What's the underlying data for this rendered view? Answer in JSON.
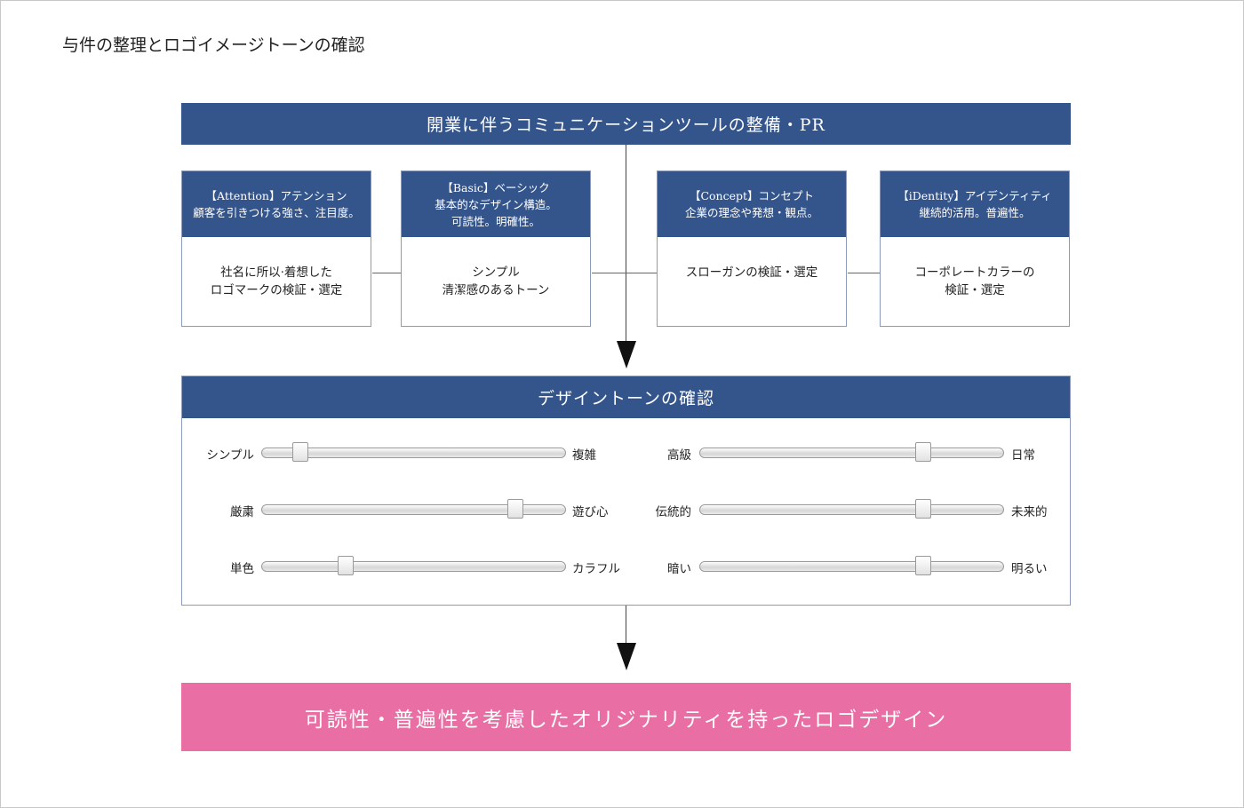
{
  "page_title": "与件の整理とロゴイメージトーンの確認",
  "colors": {
    "navy": "#34558b",
    "pink": "#e96ea4",
    "border": "#8a9ab8"
  },
  "top_bar": {
    "label": "開業に伴うコミュニケーションツールの整備・PR"
  },
  "cards": [
    {
      "head": [
        "【Attention】アテンション",
        "顧客を引きつける強さ、注目度。"
      ],
      "body": [
        "社名に所以·着想した",
        "ロゴマークの検証・選定"
      ]
    },
    {
      "head": [
        "【Basic】ベーシック",
        "基本的なデザイン構造。",
        "可読性。明確性。"
      ],
      "body": [
        "シンプル",
        "清潔感のあるトーン"
      ]
    },
    {
      "head": [
        "【Concept】コンセプト",
        "企業の理念や発想・観点。"
      ],
      "body": [
        "スローガンの検証・選定"
      ]
    },
    {
      "head": [
        "【iDentity】アイデンティティ",
        "継続的活用。普遍性。"
      ],
      "body": [
        "コーポレートカラーの",
        "検証・選定"
      ]
    }
  ],
  "tone_panel": {
    "title": "デザイントーンの確認",
    "sliders": [
      {
        "left": "シンプル",
        "right": "複雑",
        "value": 0.13
      },
      {
        "left": "厳粛",
        "right": "遊び心",
        "value": 0.84
      },
      {
        "left": "単色",
        "right": "カラフル",
        "value": 0.28
      },
      {
        "left": "高級",
        "right": "日常",
        "value": 0.74
      },
      {
        "left": "伝統的",
        "right": "未来的",
        "value": 0.74
      },
      {
        "left": "暗い",
        "right": "明るい",
        "value": 0.74
      }
    ]
  },
  "result": {
    "label": "可読性・普遍性を考慮したオリジナリティを持ったロゴデザイン"
  }
}
